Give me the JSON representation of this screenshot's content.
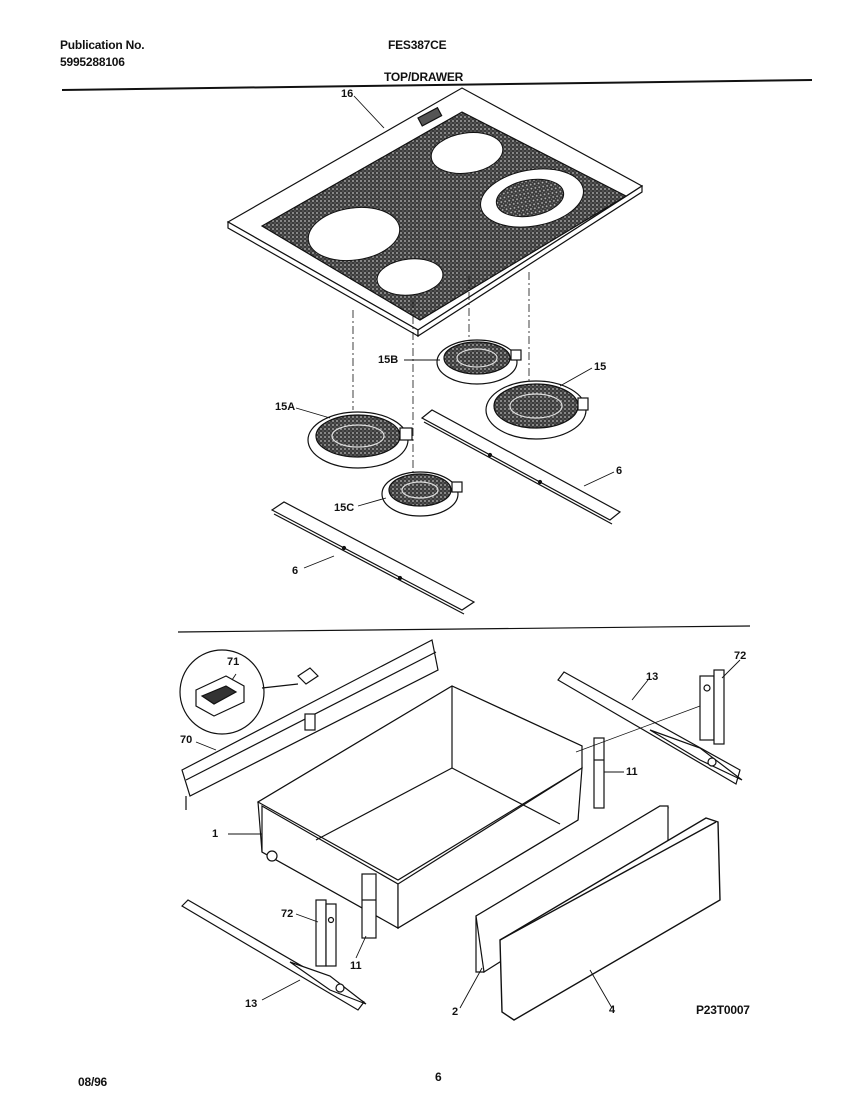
{
  "header": {
    "publication_label": "Publication No.",
    "publication_number": "5995288106",
    "model": "FES387CE",
    "section": "TOP/DRAWER"
  },
  "footer": {
    "date": "08/96",
    "page": "6",
    "drawing_code": "P23T0007"
  },
  "callouts": {
    "c16": "16",
    "c15B": "15B",
    "c15": "15",
    "c15A": "15A",
    "c15C": "15C",
    "c6a": "6",
    "c6b": "6",
    "c71": "71",
    "c70": "70",
    "c72a": "72",
    "c13a": "13",
    "c11a": "11",
    "c1": "1",
    "c72b": "72",
    "c11b": "11",
    "c13b": "13",
    "c2": "2",
    "c4": "4"
  }
}
